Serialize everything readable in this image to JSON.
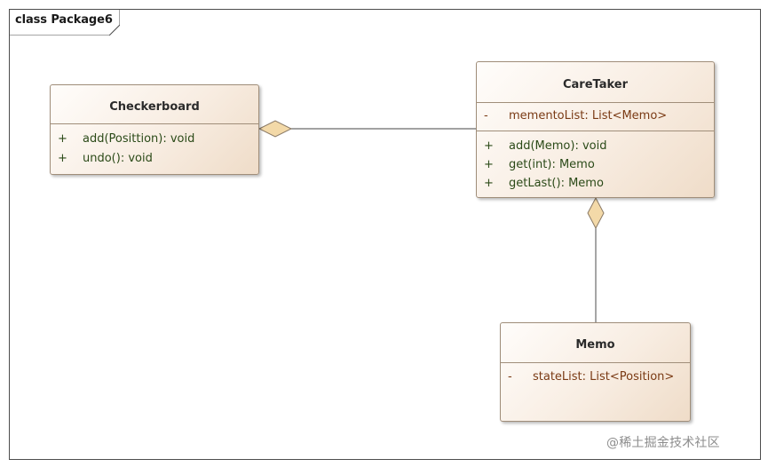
{
  "package": {
    "title": "class Package6"
  },
  "classes": {
    "checkerboard": {
      "name": "Checkerboard",
      "attributes": [],
      "operations": [
        {
          "visibility": "+",
          "text": "add(Posittion): void"
        },
        {
          "visibility": "+",
          "text": "undo(): void"
        }
      ]
    },
    "caretaker": {
      "name": "CareTaker",
      "attributes": [
        {
          "visibility": "-",
          "text": "mementoList: List<Memo>"
        }
      ],
      "operations": [
        {
          "visibility": "+",
          "text": "add(Memo): void"
        },
        {
          "visibility": "+",
          "text": "get(int): Memo"
        },
        {
          "visibility": "+",
          "text": "getLast(): Memo"
        }
      ]
    },
    "memo": {
      "name": "Memo",
      "attributes": [
        {
          "visibility": "-",
          "text": "stateList: List<Position>"
        }
      ],
      "operations": []
    }
  },
  "relationships": [
    {
      "type": "aggregation",
      "whole": "Checkerboard",
      "part": "CareTaker"
    },
    {
      "type": "aggregation",
      "whole": "CareTaker",
      "part": "Memo"
    }
  ],
  "watermark": "@稀土掘金技术社区",
  "colors": {
    "class_fill_start": "#fffdfb",
    "class_fill_end": "#efdcc8",
    "class_border": "#a08e7a",
    "operation_text": "#2b4a18",
    "attribute_text": "#7a3a14",
    "diamond_fill": "#f3d9a8"
  }
}
